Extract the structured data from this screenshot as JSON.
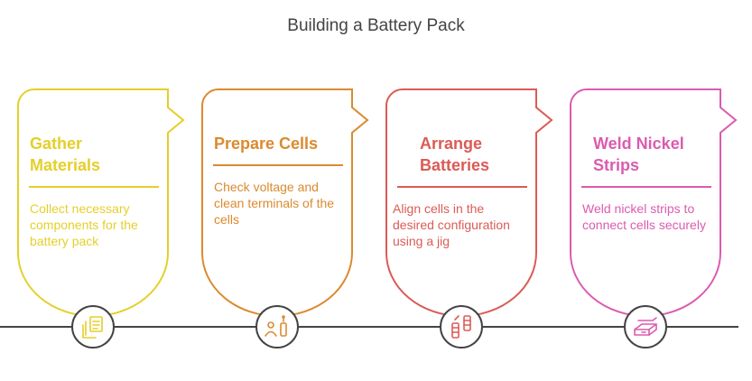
{
  "title": "Building a Battery Pack",
  "steps": [
    {
      "title": "Gather\nMaterials",
      "description": "Collect necessary components for the battery pack",
      "color": "#E5CF2A",
      "icon": "materials-icon"
    },
    {
      "title": "Prepare Cells",
      "description": "Check voltage and clean terminals of the cells",
      "color": "#DB8A2F",
      "icon": "inspect-cells-icon"
    },
    {
      "title": "Arrange\nBatteries",
      "description": "Align cells in the desired configuration using a jig",
      "color": "#DB5B55",
      "icon": "arrange-batteries-icon"
    },
    {
      "title": "Weld Nickel\nStrips",
      "description": "Weld nickel strips to connect cells securely",
      "color": "#DB5BAF",
      "icon": "nickel-strips-icon"
    }
  ],
  "timeline_color": "#444444"
}
